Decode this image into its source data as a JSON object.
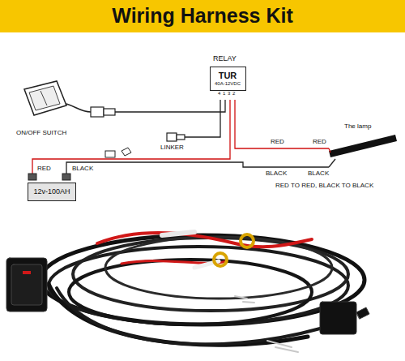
{
  "diagram": {
    "title": "Wiring Harness Kit",
    "nodes": [
      {
        "text": [
          "TUR",
          "40A-12VDC"
        ]
      },
      {
        "text": [
          "12v-100AH"
        ]
      }
    ],
    "labels": [
      "RELAY",
      "4",
      "1",
      "3",
      "2",
      "ON/OFF SUITCH",
      "LINKER",
      "RED",
      "BLACK",
      "RED",
      "RED",
      "The lamp",
      "BLACK",
      "BLACK",
      "RED TO RED, BLACK TO BLACK"
    ]
  }
}
